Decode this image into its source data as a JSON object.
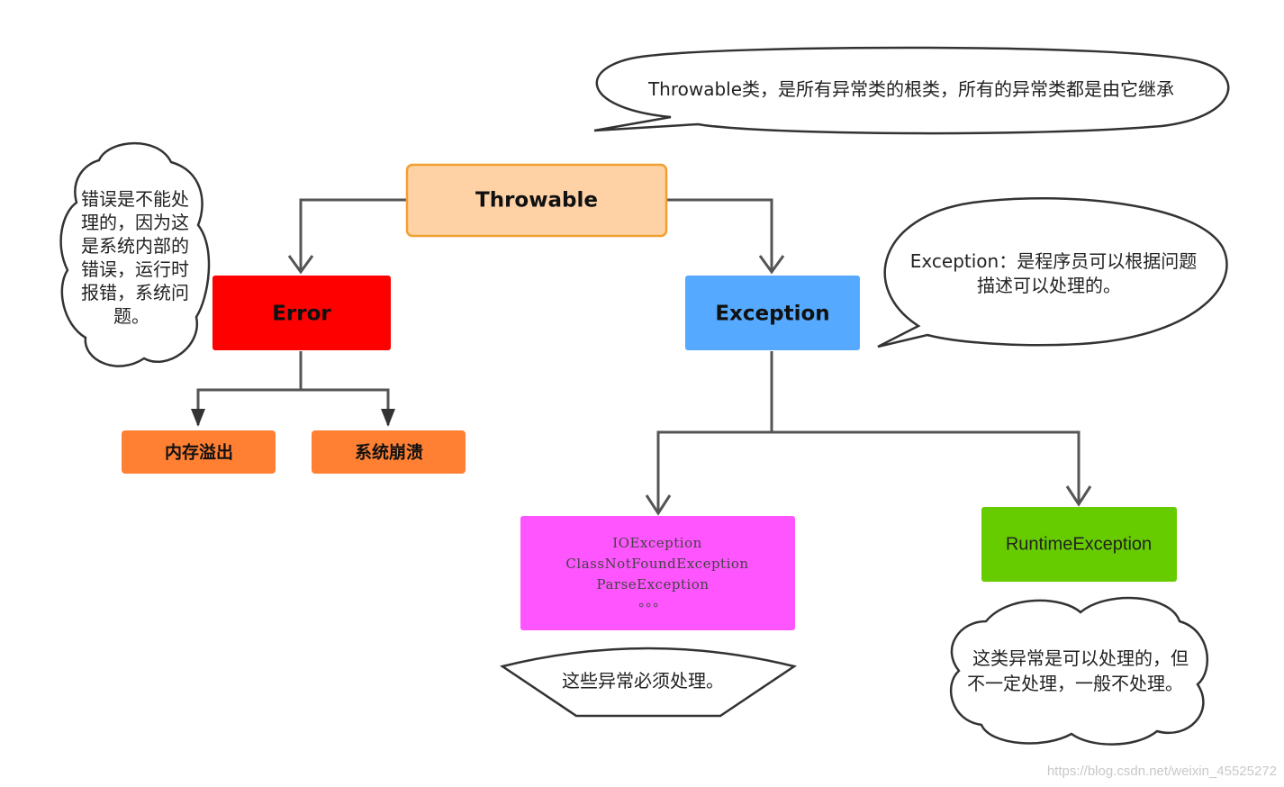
{
  "nodes": {
    "throwable": {
      "label": "Throwable",
      "fill": "#FFD2A6",
      "stroke": "#F0A030"
    },
    "error": {
      "label": "Error",
      "fill": "#FF0000"
    },
    "exception": {
      "label": "Exception",
      "fill": "#55AAFF"
    },
    "memory_overflow": {
      "label": "内存溢出",
      "fill": "#FF8033"
    },
    "system_crash": {
      "label": "系统崩溃",
      "fill": "#FF8033"
    },
    "checked_group": {
      "lines": [
        "IOException",
        "ClassNotFoundException",
        "ParseException",
        "。。。"
      ],
      "fill": "#FF55FF"
    },
    "runtime_exception": {
      "label": "RuntimeException",
      "fill": "#66CC00"
    }
  },
  "notes": {
    "throwable_note": "Throwable类，是所有异常类的根类，所有的异常类都是由它继承",
    "error_note": [
      "错误是不能处",
      "理的，因为这",
      "是系统内部的",
      "错误，运行时",
      "报错，系统问",
      "题。"
    ],
    "exception_note": [
      "Exception：是程序员可以根据问题",
      "描述可以处理的。"
    ],
    "checked_note": "这些异常必须处理。",
    "runtime_note": [
      "这类异常是可以处理的，但",
      "不一定处理，一般不处理。"
    ]
  },
  "watermark": "https://blog.csdn.net/weixin_45525272"
}
